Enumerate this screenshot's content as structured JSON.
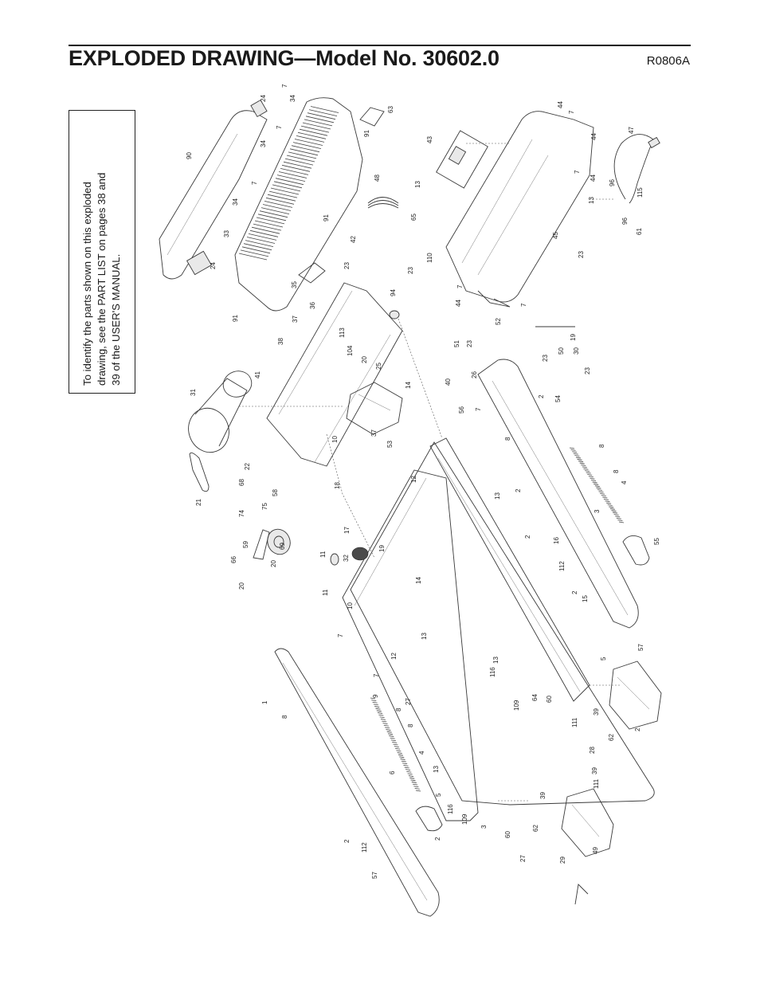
{
  "header": {
    "title": "EXPLODED DRAWING—Model No. 30602.0",
    "drawing_code": "R0806A"
  },
  "note": {
    "lines": [
      "To identify the parts shown on this exploded",
      "drawing, see the PART LIST on pages 38 and",
      "39 of the USER'S MANUAL."
    ]
  },
  "callouts": [
    "7",
    "34",
    "24",
    "63",
    "90",
    "34",
    "7",
    "91",
    "34",
    "7",
    "33",
    "24",
    "91",
    "35",
    "91",
    "48",
    "42",
    "23",
    "43",
    "13",
    "65",
    "110",
    "23",
    "44",
    "7",
    "44",
    "44",
    "7",
    "47",
    "96",
    "13",
    "115",
    "96",
    "61",
    "23",
    "45",
    "7",
    "44",
    "7",
    "52",
    "19",
    "94",
    "36",
    "37",
    "38",
    "113",
    "104",
    "20",
    "25",
    "31",
    "41",
    "14",
    "40",
    "37",
    "53",
    "10",
    "7",
    "56",
    "23",
    "51",
    "23",
    "50",
    "30",
    "23",
    "54",
    "2",
    "26",
    "21",
    "22",
    "68",
    "58",
    "75",
    "74",
    "59",
    "69",
    "66",
    "20",
    "20",
    "18",
    "17",
    "19",
    "11",
    "12",
    "13",
    "2",
    "8",
    "8",
    "8",
    "4",
    "3",
    "55",
    "2",
    "16",
    "14",
    "11",
    "10",
    "7",
    "32",
    "2",
    "112",
    "15",
    "13",
    "12",
    "7",
    "9",
    "27",
    "57",
    "5",
    "13",
    "116",
    "109",
    "64",
    "60",
    "111",
    "39",
    "62",
    "28",
    "2",
    "1",
    "8",
    "8",
    "8",
    "4",
    "6",
    "13",
    "5",
    "116",
    "109",
    "3",
    "2",
    "2",
    "112",
    "57",
    "39",
    "39",
    "111",
    "60",
    "62",
    "27",
    "29",
    "49"
  ]
}
